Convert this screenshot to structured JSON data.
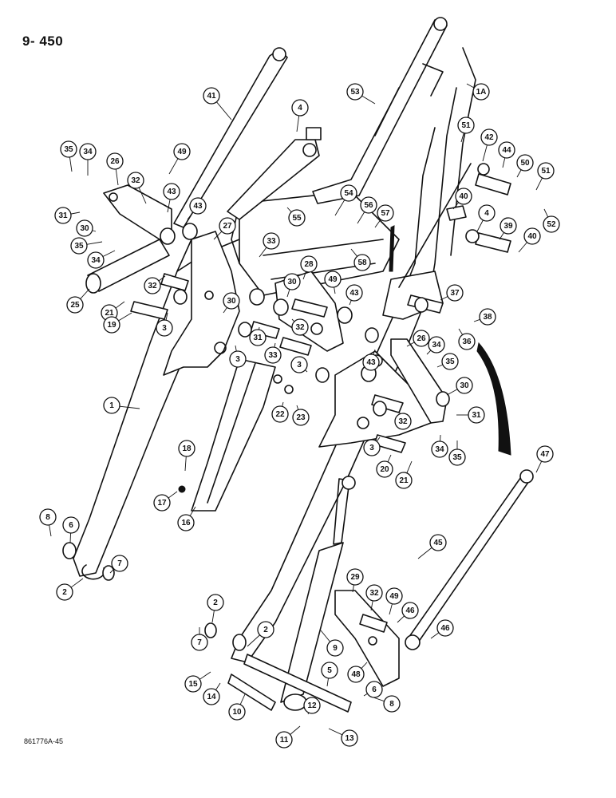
{
  "page_number": "9- 450",
  "drawing_code": "861776A-45",
  "callouts": [
    {
      "label": "41"
    },
    {
      "label": "4"
    },
    {
      "label": "53"
    },
    {
      "label": "1A"
    },
    {
      "label": "35"
    },
    {
      "label": "34"
    },
    {
      "label": "26"
    },
    {
      "label": "49"
    },
    {
      "label": "32"
    },
    {
      "label": "43"
    },
    {
      "label": "31"
    },
    {
      "label": "30"
    },
    {
      "label": "43"
    },
    {
      "label": "35"
    },
    {
      "label": "34"
    },
    {
      "label": "25"
    },
    {
      "label": "27"
    },
    {
      "label": "33"
    },
    {
      "label": "55"
    },
    {
      "label": "54"
    },
    {
      "label": "56"
    },
    {
      "label": "57"
    },
    {
      "label": "58"
    },
    {
      "label": "51"
    },
    {
      "label": "42"
    },
    {
      "label": "44"
    },
    {
      "label": "50"
    },
    {
      "label": "51"
    },
    {
      "label": "52"
    },
    {
      "label": "40"
    },
    {
      "label": "4"
    },
    {
      "label": "39"
    },
    {
      "label": "40"
    },
    {
      "label": "32"
    },
    {
      "label": "21"
    },
    {
      "label": "19"
    },
    {
      "label": "3"
    },
    {
      "label": "30"
    },
    {
      "label": "28"
    },
    {
      "label": "30"
    },
    {
      "label": "49"
    },
    {
      "label": "43"
    },
    {
      "label": "31"
    },
    {
      "label": "32"
    },
    {
      "label": "37"
    },
    {
      "label": "38"
    },
    {
      "label": "36"
    },
    {
      "label": "3"
    },
    {
      "label": "33"
    },
    {
      "label": "3"
    },
    {
      "label": "26"
    },
    {
      "label": "34"
    },
    {
      "label": "35"
    },
    {
      "label": "43"
    },
    {
      "label": "22"
    },
    {
      "label": "23"
    },
    {
      "label": "30"
    },
    {
      "label": "31"
    },
    {
      "label": "32"
    },
    {
      "label": "1"
    },
    {
      "label": "3"
    },
    {
      "label": "34"
    },
    {
      "label": "35"
    },
    {
      "label": "20"
    },
    {
      "label": "21"
    },
    {
      "label": "18"
    },
    {
      "label": "17"
    },
    {
      "label": "16"
    },
    {
      "label": "47"
    },
    {
      "label": "8"
    },
    {
      "label": "6"
    },
    {
      "label": "45"
    },
    {
      "label": "7"
    },
    {
      "label": "2"
    },
    {
      "label": "29"
    },
    {
      "label": "32"
    },
    {
      "label": "49"
    },
    {
      "label": "46"
    },
    {
      "label": "2"
    },
    {
      "label": "46"
    },
    {
      "label": "7"
    },
    {
      "label": "2"
    },
    {
      "label": "9"
    },
    {
      "label": "48"
    },
    {
      "label": "5"
    },
    {
      "label": "15"
    },
    {
      "label": "14"
    },
    {
      "label": "6"
    },
    {
      "label": "10"
    },
    {
      "label": "12"
    },
    {
      "label": "8"
    },
    {
      "label": "11"
    },
    {
      "label": "13"
    }
  ]
}
